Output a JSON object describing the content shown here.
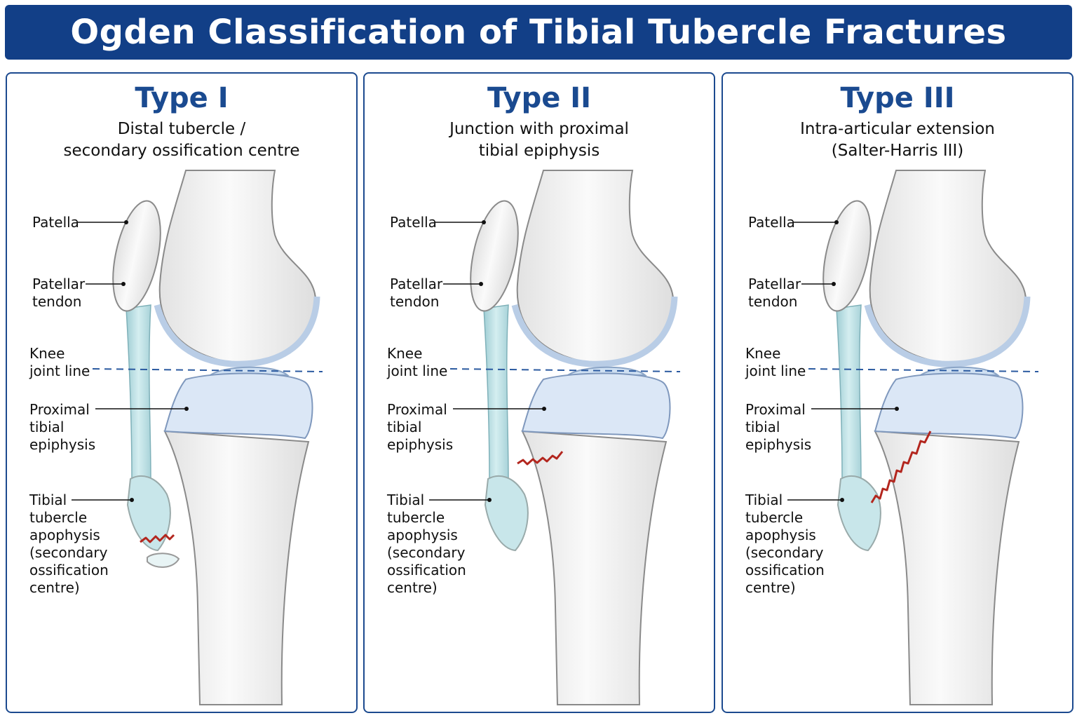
{
  "title": "Ogden Classification of Tibial Tubercle Fractures",
  "colors": {
    "header_bg": "#123f87",
    "panel_border": "#1c4a8f",
    "type_title": "#1a4a90",
    "fracture_line": "#b3261e",
    "cartilage": "#dbe7f6",
    "tendon": "#bfe0e4",
    "bone": "#f4f4f4"
  },
  "panels": [
    {
      "type": "Type I",
      "subtitle": [
        "Distal tubercle /",
        "secondary ossification centre"
      ],
      "labels": {
        "patella": "Patella",
        "patellar_tendon": [
          "Patellar",
          "tendon"
        ],
        "knee_joint_line": [
          "Knee",
          "joint line"
        ],
        "proximal_tibial_epiphysis": [
          "Proximal",
          "tibial",
          "epiphysis"
        ],
        "tibial_tubercle_apophysis": [
          "Tibial",
          "tubercle",
          "apophysis",
          "(secondary",
          "ossification",
          "centre)"
        ]
      }
    },
    {
      "type": "Type II",
      "subtitle": [
        "Junction with proximal",
        "tibial epiphysis"
      ],
      "labels": {
        "patella": "Patella",
        "patellar_tendon": [
          "Patellar",
          "tendon"
        ],
        "knee_joint_line": [
          "Knee",
          "joint line"
        ],
        "proximal_tibial_epiphysis": [
          "Proximal",
          "tibial",
          "epiphysis"
        ],
        "tibial_tubercle_apophysis": [
          "Tibial",
          "tubercle",
          "apophysis",
          "(secondary",
          "ossification",
          "centre)"
        ]
      }
    },
    {
      "type": "Type III",
      "subtitle": [
        "Intra-articular extension",
        "(Salter-Harris III)"
      ],
      "labels": {
        "patella": "Patella",
        "patellar_tendon": [
          "Patellar",
          "tendon"
        ],
        "knee_joint_line": [
          "Knee",
          "joint line"
        ],
        "proximal_tibial_epiphysis": [
          "Proximal",
          "tibial",
          "epiphysis"
        ],
        "tibial_tubercle_apophysis": [
          "Tibial",
          "tubercle",
          "apophysis",
          "(secondary",
          "ossification",
          "centre)"
        ]
      }
    }
  ]
}
